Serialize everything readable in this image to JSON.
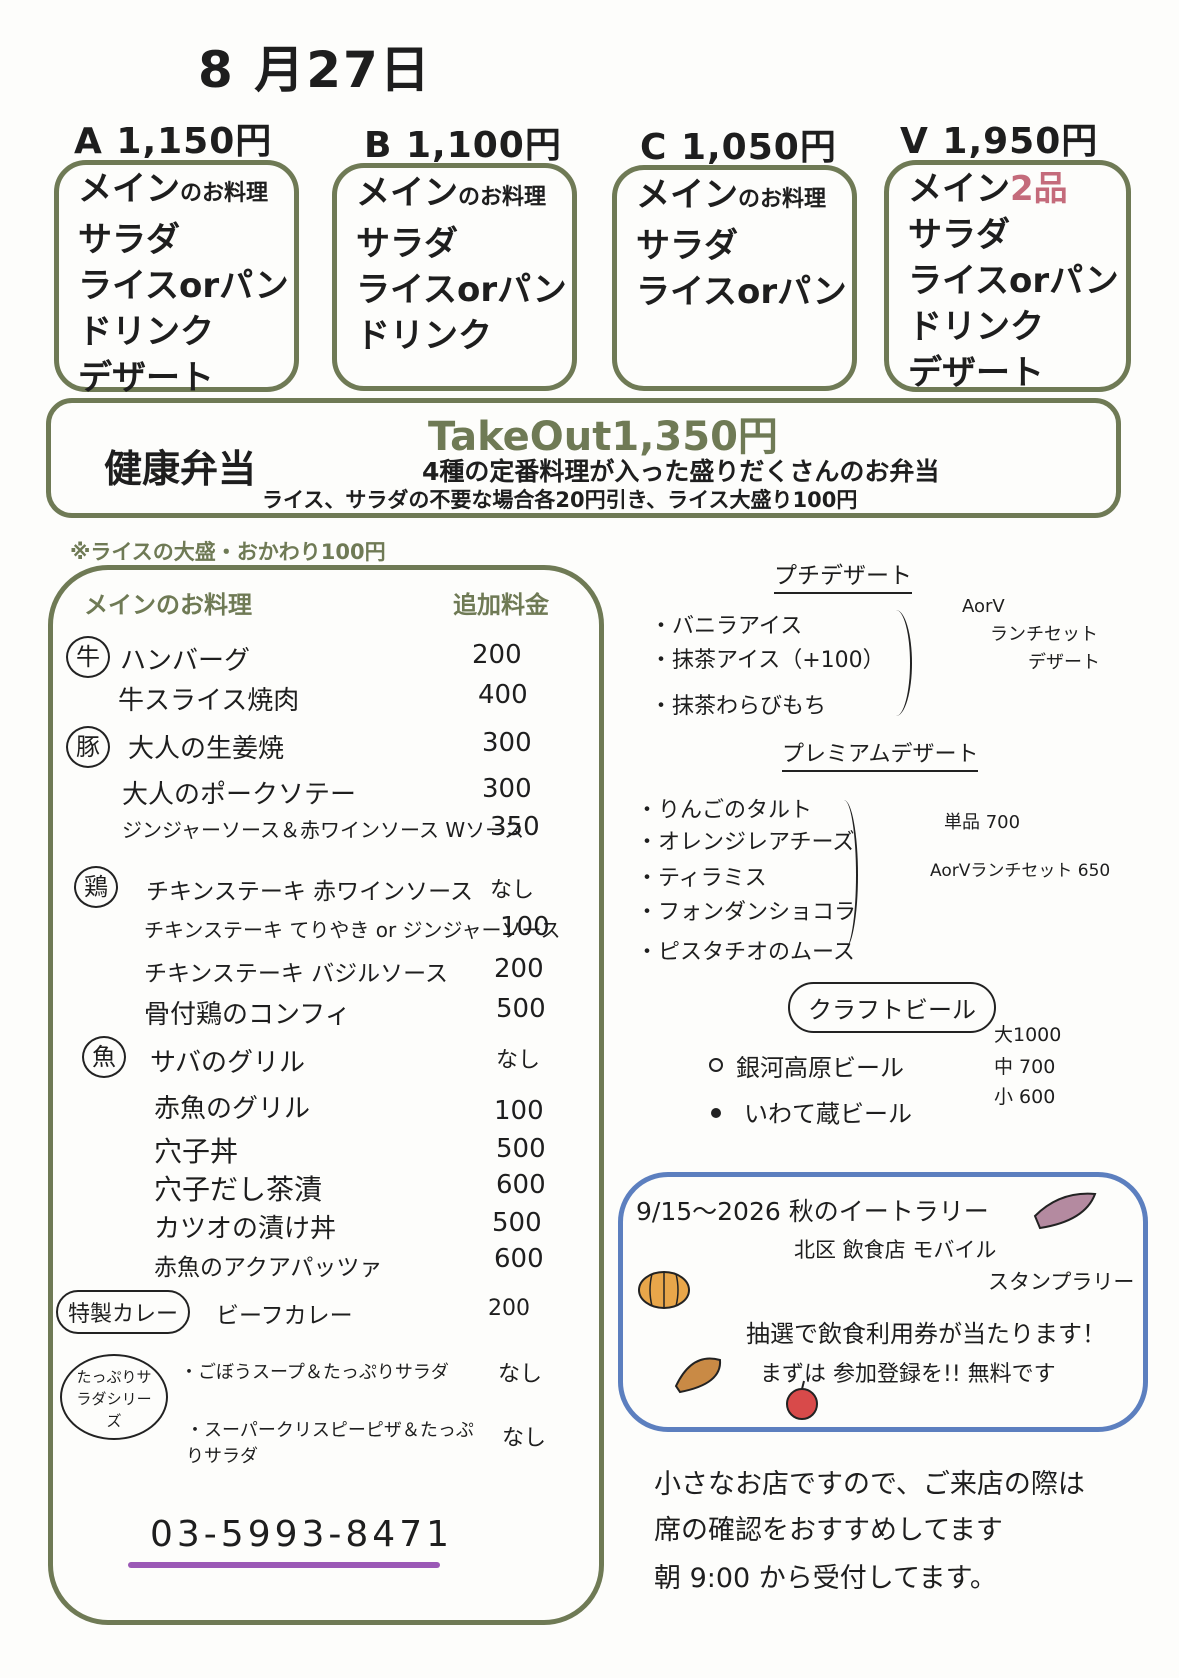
{
  "date": "8 月27日",
  "accent_colors": {
    "green": "#6f7a55",
    "pink": "#c46b7b",
    "blue": "#5c7fbf",
    "purple": "#9b59b6"
  },
  "sets": [
    {
      "head": "A 1,150円",
      "items": [
        "メイン",
        "のお料理",
        "サラダ",
        "ライスorパン",
        "ドリンク",
        "デザート"
      ]
    },
    {
      "head": "B 1,100円",
      "items": [
        "メイン",
        "のお料理",
        "サラダ",
        "ライスorパン",
        "ドリンク"
      ]
    },
    {
      "head": "C 1,050円",
      "items": [
        "メイン",
        "のお料理",
        "サラダ",
        "ライスorパン"
      ]
    },
    {
      "head": "V 1,950円",
      "items": [
        "メイン",
        "2品",
        "サラダ",
        "ライスorパン",
        "ドリンク",
        "デザート"
      ]
    }
  ],
  "bento": {
    "name": "健康弁当",
    "price": "TakeOut1,350円",
    "desc": "4種の定番料理が入った盛りだくさんのお弁当",
    "note": "ライス、サラダの不要な場合各20円引き、ライス大盛り100円"
  },
  "rice_note": "※ライスの大盛・おかわり100円",
  "main_menu": {
    "header_left": "メインのお料理",
    "header_right": "追加料金",
    "categories": {
      "beef": "牛",
      "pork": "豚",
      "chicken": "鶏",
      "fish": "魚",
      "curry": "特製カレー",
      "salad_series": "たっぷりサラダシリーズ"
    },
    "items": [
      {
        "name": "ハンバーグ",
        "price": "200"
      },
      {
        "name": "牛スライス焼肉",
        "price": "400"
      },
      {
        "name": "大人の生姜焼",
        "price": "300"
      },
      {
        "name": "大人のポークソテー",
        "price": "300"
      },
      {
        "name": "ジンジャーソース＆赤ワインソース Wソース",
        "price": "350"
      },
      {
        "name": "チキンステーキ 赤ワインソース",
        "price": "なし"
      },
      {
        "name": "チキンステーキ てりやき or ジンジャーソース",
        "price": "100"
      },
      {
        "name": "チキンステーキ バジルソース",
        "price": "200"
      },
      {
        "name": "骨付鶏のコンフィ",
        "price": "500"
      },
      {
        "name": "サバのグリル",
        "price": "なし"
      },
      {
        "name": "赤魚のグリル",
        "price": "100"
      },
      {
        "name": "穴子丼",
        "price": "500"
      },
      {
        "name": "穴子だし茶漬",
        "price": "600"
      },
      {
        "name": "カツオの漬け丼",
        "price": "500"
      },
      {
        "name": "赤魚のアクアパッツァ",
        "price": "600"
      },
      {
        "name": "ビーフカレー",
        "price": "200"
      },
      {
        "name": "・ごぼうスープ＆たっぷりサラダ",
        "price": "なし"
      },
      {
        "name": "・スーパークリスピーピザ＆たっぷりサラダ",
        "price": "なし"
      }
    ],
    "phone": "03-5993-8471"
  },
  "petit_dessert": {
    "title": "プチデザート",
    "items": [
      "・バニラアイス",
      "・抹茶アイス（+100）",
      "・抹茶わらびもち"
    ],
    "note": [
      "AorV",
      "ランチセット",
      "デザート"
    ]
  },
  "premium_dessert": {
    "title": "プレミアムデザート",
    "items": [
      "・りんごのタルト",
      "・オレンジレアチーズ",
      "・ティラミス",
      "・フォンダンショコラ",
      "・ピスタチオのムース"
    ],
    "single": "単品 700",
    "set_price": "AorVランチセット 650"
  },
  "craft_beer": {
    "title": "クラフトビール",
    "items": [
      "銀河高原ビール",
      "いわて蔵ビール"
    ],
    "sizes": [
      "大1000",
      "中 700",
      "小 600"
    ]
  },
  "event": {
    "line1": "9/15〜2026 秋のイートラリー",
    "line2": "北区 飲食店 モバイル",
    "line3": "スタンプラリー",
    "line4": "抽選で飲食利用券が当たります！",
    "line5": "まずは 参加登録を!! 無料です"
  },
  "footer_note": [
    "小さなお店ですので、ご来店の際は",
    "席の確認をおすすめしてます",
    "朝 9:00 から受付してます。"
  ]
}
